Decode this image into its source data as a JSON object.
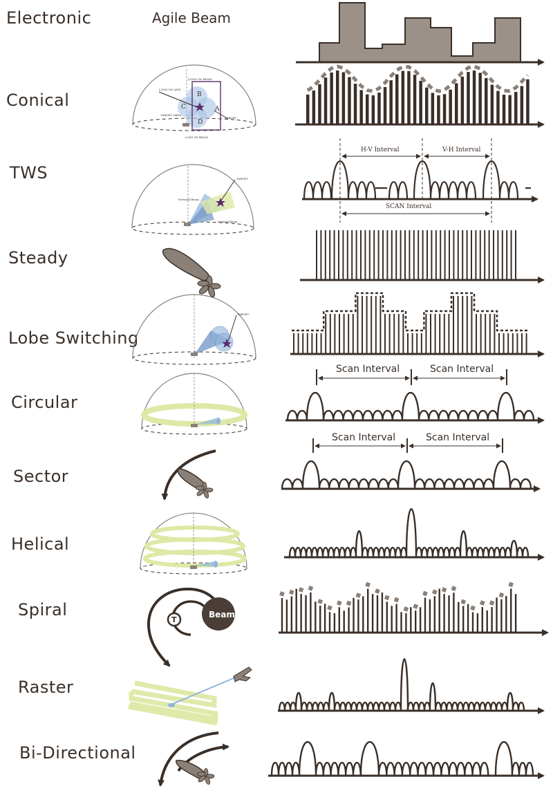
{
  "header": {
    "column_label": "Agile Beam"
  },
  "scan_types": [
    {
      "id": "electronic",
      "label": "Electronic"
    },
    {
      "id": "conical",
      "label": "Conical"
    },
    {
      "id": "tws",
      "label": "TWS"
    },
    {
      "id": "steady",
      "label": "Steady"
    },
    {
      "id": "lobe-switching",
      "label": "Lobe Switching"
    },
    {
      "id": "circular",
      "label": "Circular"
    },
    {
      "id": "sector",
      "label": "Sector"
    },
    {
      "id": "helical",
      "label": "Helical"
    },
    {
      "id": "spiral",
      "label": "Spiral"
    },
    {
      "id": "raster",
      "label": "Raster"
    },
    {
      "id": "bi-directional",
      "label": "Bi-Directional"
    }
  ],
  "annotations": {
    "tws": {
      "hv_interval": "H-V Interval",
      "vh_interval": "V-H Interval",
      "scan_interval": "SCAN Interval",
      "target": "TARGET",
      "forward_beam": "Forward Beam",
      "vertical_beam": "Vertical Beam"
    },
    "circular": {
      "scan_interval_1": "Scan Interval",
      "scan_interval_2": "Scan Interval"
    },
    "sector": {
      "scan_interval_1": "Scan Interval",
      "scan_interval_2": "Scan Interval"
    },
    "conical": {
      "target": "TARGET",
      "b": "B",
      "c": "C",
      "d": "D",
      "a": "A"
    },
    "lobe": {
      "target": "TARGET"
    },
    "spiral": {
      "beam": "Beam",
      "t": "T"
    }
  },
  "colors": {
    "ink": "#3a2f28",
    "fill_gray": "#9b9189",
    "light_green": "#dde9a6",
    "beam_blue": "#8fb3dc"
  }
}
